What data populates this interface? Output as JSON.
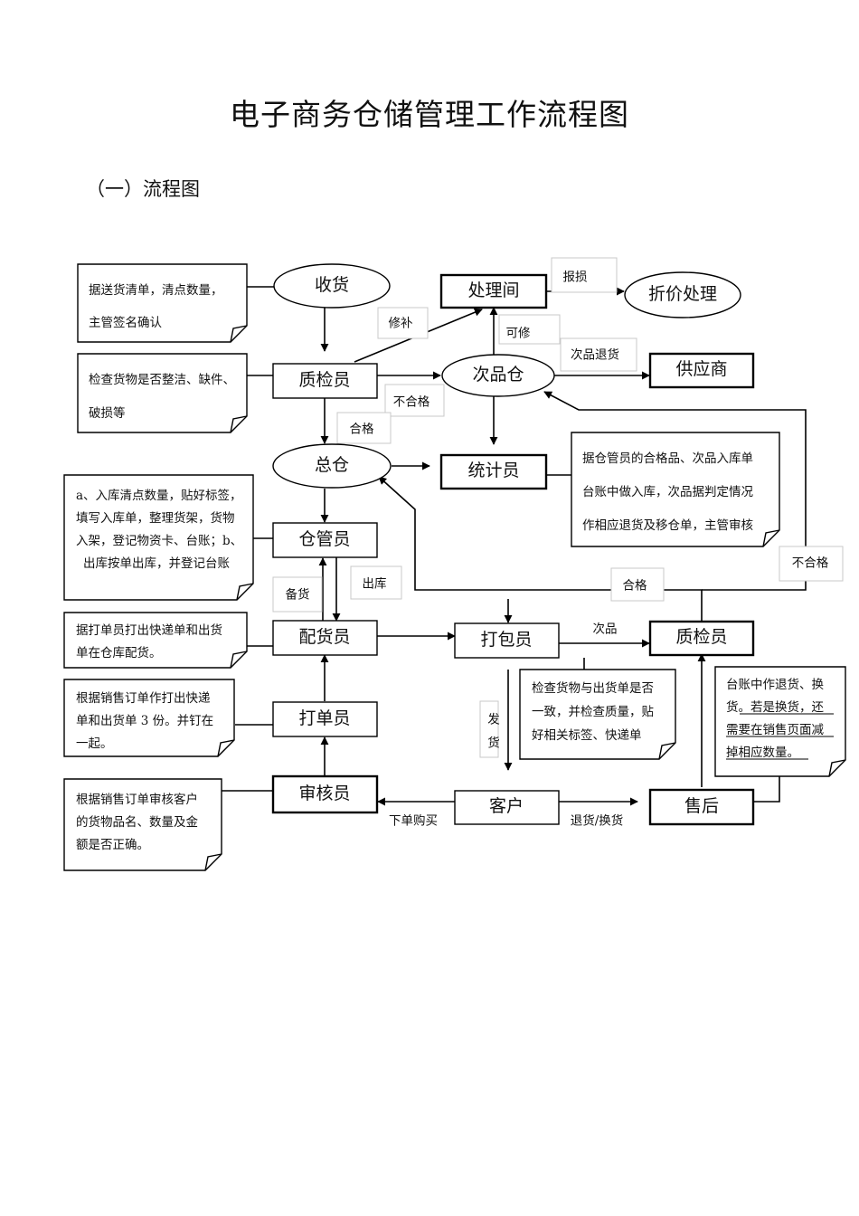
{
  "title": "电子商务仓储管理工作流程图",
  "subtitle": "（一）流程图",
  "nodes": {
    "shouhuo": "收货",
    "zhijian1": "质检员",
    "zongcang": "总仓",
    "cangguan": "仓管员",
    "peihuo": "配货员",
    "dadan": "打单员",
    "shenhe": "审核员",
    "chuli": "处理间",
    "zhejia": "折价处理",
    "cipincang": "次品仓",
    "gongying": "供应商",
    "tongji": "统计员",
    "dabao": "打包员",
    "zhijian2": "质检员",
    "kehu": "客户",
    "shouhou": "售后"
  },
  "edge_labels": {
    "baosun": "报损",
    "xiubu": "修补",
    "kexiu": "可修",
    "cipintuihuo": "次品退货",
    "buhege1": "不合格",
    "hege1": "合格",
    "beihuo": "备货",
    "chuku": "出库",
    "hege2": "合格",
    "buhege2": "不合格",
    "cipin": "次品",
    "fahuo_1": "发",
    "fahuo_2": "货",
    "xiadan": "下单购买",
    "tuihuo": "退货/换货"
  },
  "notes": {
    "n1": [
      "据送货清单，清点数量，",
      "主管签名确认"
    ],
    "n2": [
      "检查货物是否整洁、缺件、",
      "破损等"
    ],
    "n3": [
      "a、入库清点数量，贴好标签，",
      "填写入库单，整理货架，货物",
      "入架，登记物资卡、台账；b、",
      "出库按单出库，并登记台账"
    ],
    "n4": [
      "据打单员打出快递单和出货",
      "单在仓库配货。"
    ],
    "n5": [
      "根据销售订单作打出快递",
      "单和出货单 3 份。并钉在",
      "一起。"
    ],
    "n6": [
      "根据销售订单审核客户",
      "的货物品名、数量及金",
      "额是否正确。"
    ],
    "n7": [
      "据仓管员的合格品、次品入库单",
      "台账中做入库，次品据判定情况",
      "作相应退货及移仓单，主管审核"
    ],
    "n8": [
      "检查货物与出货单是否",
      "一致，并检查质量，贴",
      "好相关标签、快递单"
    ],
    "n9": [
      "台账中作退货、换",
      "货。若是换货，还",
      "需要在销售页面减",
      "掉相应数量。"
    ]
  }
}
